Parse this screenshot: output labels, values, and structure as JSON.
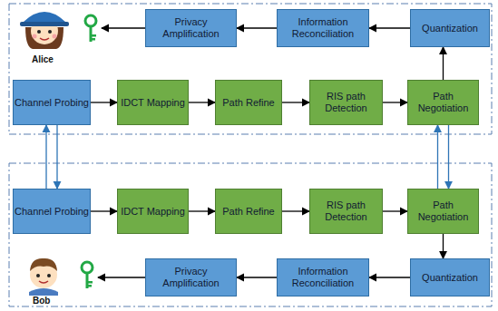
{
  "diagram": {
    "nodes": [
      {
        "text": [
          "Privacy Amplification"
        ]
      },
      {
        "text": [
          "Information Reconciliation"
        ]
      },
      {
        "text": [
          "Quantization"
        ]
      },
      {
        "text": [
          "Channel Probing"
        ]
      },
      {
        "text": [
          "IDCT Mapping"
        ]
      },
      {
        "text": [
          "Path Refine"
        ]
      },
      {
        "text": [
          "RIS path Detection"
        ]
      },
      {
        "text": [
          "Path Negotiation"
        ]
      },
      {
        "text": [
          "Channel Probing"
        ]
      },
      {
        "text": [
          "IDCT Mapping"
        ]
      },
      {
        "text": [
          "Path Refine"
        ]
      },
      {
        "text": [
          "RIS path Detection"
        ]
      },
      {
        "text": [
          "Path Negotiation"
        ]
      },
      {
        "text": [
          "Quantization"
        ]
      },
      {
        "text": [
          "Information Reconciliation"
        ]
      },
      {
        "text": [
          "Privacy Amplification"
        ]
      }
    ],
    "edges": [
      {
        "from": 3,
        "to": 4,
        "arrow": "to"
      },
      {
        "from": 4,
        "to": 5,
        "arrow": "to"
      },
      {
        "from": 5,
        "to": 6,
        "arrow": "to"
      },
      {
        "from": 6,
        "to": 7,
        "arrow": "to"
      },
      {
        "from": 7,
        "to": 2,
        "arrow": "to"
      },
      {
        "from": 2,
        "to": 1,
        "arrow": "to"
      },
      {
        "from": 1,
        "to": 0,
        "arrow": "to"
      },
      {
        "from": 3,
        "to": 8,
        "arrow": "to"
      },
      {
        "from": 8,
        "to": 3,
        "arrow": "to"
      },
      {
        "from": 7,
        "to": 12,
        "arrow": "to"
      },
      {
        "from": 12,
        "to": 7,
        "arrow": "to"
      },
      {
        "from": 8,
        "to": 9,
        "arrow": "to"
      },
      {
        "from": 9,
        "to": 10,
        "arrow": "to"
      },
      {
        "from": 10,
        "to": 11,
        "arrow": "to"
      },
      {
        "from": 11,
        "to": 12,
        "arrow": "to"
      },
      {
        "from": 12,
        "to": 13,
        "arrow": "to"
      },
      {
        "from": 13,
        "to": 14,
        "arrow": "to"
      },
      {
        "from": 14,
        "to": 15,
        "arrow": "to"
      }
    ],
    "labels": [
      "Alice",
      "Bob"
    ]
  }
}
